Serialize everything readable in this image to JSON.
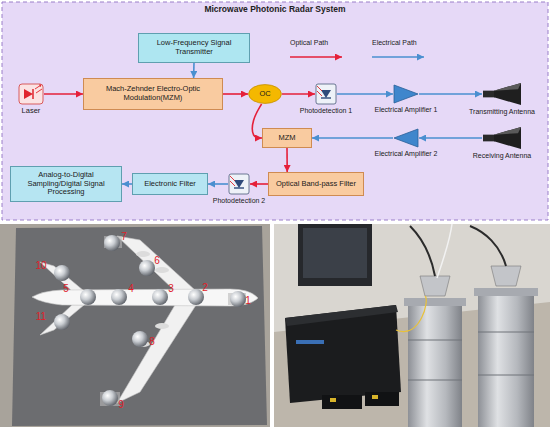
{
  "diagram": {
    "title": "Microwave Photonic Radar System",
    "nodes": [
      {
        "text": [
          "Low-Frequency Signal Transmitter"
        ]
      },
      {
        "text": [
          "Laser"
        ]
      },
      {
        "text": [
          "Mach-Zehnder Electro-Optic Modulation(MZM)"
        ]
      },
      {
        "text": [
          "OC"
        ]
      },
      {
        "text": [
          "Photodetection 1"
        ]
      },
      {
        "text": [
          "Electrical Amplifier 1"
        ]
      },
      {
        "text": [
          "Transmitting Antenna"
        ]
      },
      {
        "text": [
          "MZM"
        ]
      },
      {
        "text": [
          "Electrical Amplifier 2"
        ]
      },
      {
        "text": [
          "Receiving Antenna"
        ]
      },
      {
        "text": [
          "Analog-to-Digital Sampling/Digital Signal Processing"
        ]
      },
      {
        "text": [
          "Electronic Filter"
        ]
      },
      {
        "text": [
          "Photodetection 2"
        ]
      },
      {
        "text": [
          "Optical Band-pass Filter"
        ]
      }
    ],
    "edges": [
      {
        "from": 1,
        "to": 2,
        "arrow": "to"
      },
      {
        "from": 0,
        "to": 2,
        "arrow": "to"
      },
      {
        "from": 2,
        "to": 3,
        "arrow": "to"
      },
      {
        "from": 3,
        "to": 4,
        "arrow": "to"
      },
      {
        "from": 4,
        "to": 5,
        "arrow": "to"
      },
      {
        "from": 5,
        "to": 6,
        "arrow": "to"
      },
      {
        "from": 3,
        "to": 7,
        "arrow": "to"
      },
      {
        "from": 9,
        "to": 8,
        "arrow": "to"
      },
      {
        "from": 8,
        "to": 7,
        "arrow": "to"
      },
      {
        "from": 7,
        "to": 13,
        "arrow": "to"
      },
      {
        "from": 13,
        "to": 12,
        "arrow": "to"
      },
      {
        "from": 12,
        "to": 11,
        "arrow": "to"
      },
      {
        "from": 11,
        "to": 10,
        "arrow": "to"
      }
    ],
    "labels": [
      "1",
      "2",
      "3",
      "4",
      "5",
      "6",
      "7",
      "8",
      "9",
      "10",
      "11"
    ],
    "legend": [
      {
        "text": "Optical Path"
      },
      {
        "text": "Electrical Path"
      }
    ]
  }
}
